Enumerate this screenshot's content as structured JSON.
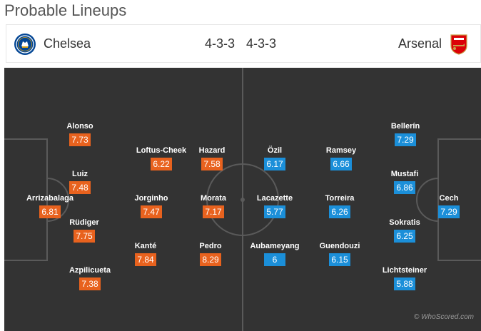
{
  "page_title": "Probable Lineups",
  "home_team": {
    "name": "Chelsea",
    "formation": "4-3-3",
    "crest": "chelsea-crest-icon",
    "color": "#e8621e"
  },
  "away_team": {
    "name": "Arsenal",
    "formation": "4-3-3",
    "crest": "arsenal-crest-icon",
    "color": "#1b8fd9"
  },
  "home_players": [
    {
      "name": "Alonso",
      "rating": "7.73"
    },
    {
      "name": "Luiz",
      "rating": "7.48"
    },
    {
      "name": "Arrizabalaga",
      "rating": "6.81"
    },
    {
      "name": "Rüdiger",
      "rating": "7.75"
    },
    {
      "name": "Azpilicueta",
      "rating": "7.38"
    },
    {
      "name": "Loftus-Cheek",
      "rating": "6.22"
    },
    {
      "name": "Jorginho",
      "rating": "7.47"
    },
    {
      "name": "Kanté",
      "rating": "7.84"
    },
    {
      "name": "Hazard",
      "rating": "7.58"
    },
    {
      "name": "Morata",
      "rating": "7.17"
    },
    {
      "name": "Pedro",
      "rating": "8.29"
    }
  ],
  "away_players": [
    {
      "name": "Özil",
      "rating": "6.17"
    },
    {
      "name": "Lacazette",
      "rating": "5.77"
    },
    {
      "name": "Aubameyang",
      "rating": "6"
    },
    {
      "name": "Ramsey",
      "rating": "6.66"
    },
    {
      "name": "Torreira",
      "rating": "6.26"
    },
    {
      "name": "Guendouzi",
      "rating": "6.15"
    },
    {
      "name": "Bellerín",
      "rating": "7.29"
    },
    {
      "name": "Mustafi",
      "rating": "6.86"
    },
    {
      "name": "Sokratis",
      "rating": "6.25"
    },
    {
      "name": "Lichtsteiner",
      "rating": "5.88"
    },
    {
      "name": "Cech",
      "rating": "7.29"
    }
  ],
  "watermark": "© WhoScored.com"
}
